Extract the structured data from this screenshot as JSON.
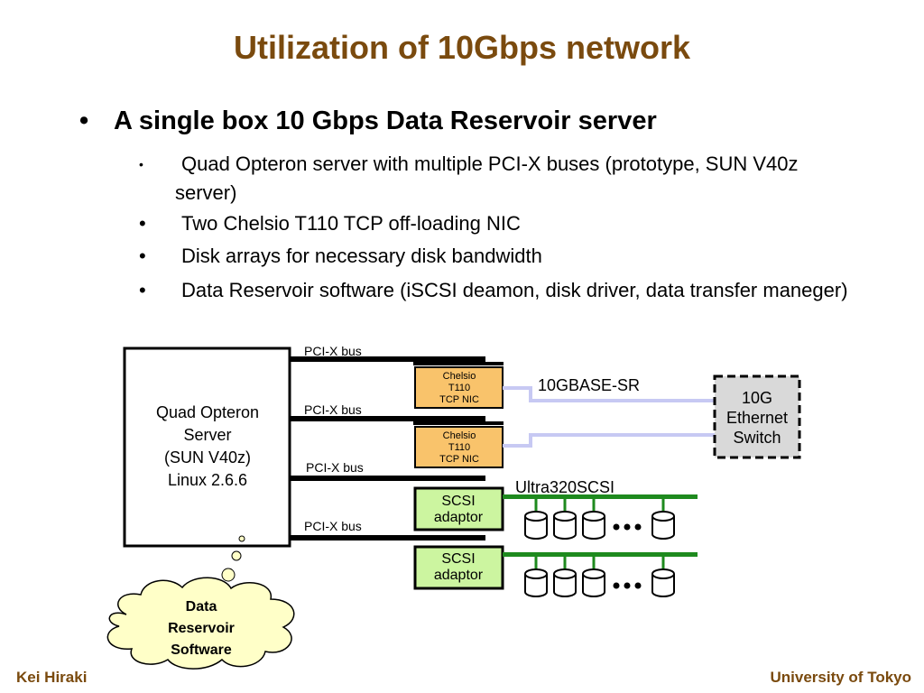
{
  "slide": {
    "title": "Utilization of 10Gbps network",
    "bullet_main": "A single box 10 Gbps Data Reservoir server",
    "bullet_glyph": "•",
    "sub_bullets": [
      "Quad Opteron server with multiple PCI-X buses (prototype, SUN V40z server)",
      "Two Chelsio T110 TCP off-loading NIC",
      "Disk arrays for necessary disk bandwidth",
      "Data Reservoir software (iSCSI deamon, disk driver, data transfer maneger)"
    ],
    "footer_left": "Kei Hiraki",
    "footer_right": "University of Tokyo"
  },
  "diagram": {
    "server": [
      "Quad Opteron",
      "Server",
      "(SUN V40z)",
      "Linux 2.6.6"
    ],
    "bus_label": "PCI-X bus",
    "nic_lines": [
      "Chelsio",
      "T110",
      "TCP NIC"
    ],
    "scsi_lines": [
      "SCSI",
      "adaptor"
    ],
    "link_label": "10GBASE-SR",
    "switch_lines": [
      "10G",
      "Ethernet",
      "Switch"
    ],
    "scsi_label": "Ultra320SCSI",
    "software_lines": [
      "Data",
      "Reservoir",
      "Software"
    ],
    "colors": {
      "title": "#7a4a0e",
      "nic_fill": "#f9c36b",
      "scsi_fill": "#ccf5a0",
      "switch_fill": "#d9d9d9",
      "link_line": "#c7c9f3",
      "scsi_bus": "#1e8a1e",
      "cloud_fill": "#ffffc8"
    }
  }
}
